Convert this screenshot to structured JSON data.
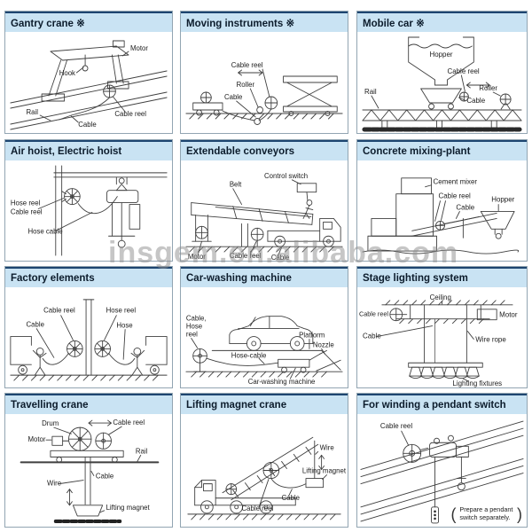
{
  "watermark": "insgem.en.alibaba.com",
  "panels": [
    {
      "title": "Gantry crane ※",
      "labels": [
        "Motor",
        "Hook",
        "Rail",
        "Cable",
        "Cable reel"
      ]
    },
    {
      "title": "Moving instruments ※",
      "labels": [
        "Cable reel",
        "Roller",
        "Cable"
      ]
    },
    {
      "title": "Mobile car ※",
      "labels": [
        "Hopper",
        "Cable reel",
        "Rail",
        "Cable",
        "Roller"
      ]
    },
    {
      "title": "Air hoist, Electric hoist",
      "labels": [
        "Hose reel",
        "Cable reel",
        "Hose cable"
      ]
    },
    {
      "title": "Extendable conveyors",
      "labels": [
        "Belt",
        "Control switch",
        "Motor",
        "Cable reel",
        "Cable"
      ]
    },
    {
      "title": "Concrete mixing-plant",
      "labels": [
        "Cement mixer",
        "Cable reel",
        "Cable",
        "Hopper"
      ]
    },
    {
      "title": "Factory elements",
      "labels": [
        "Cable reel",
        "Hose reel",
        "Cable",
        "Hose"
      ]
    },
    {
      "title": "Car-washing machine",
      "labels": [
        "Cable,",
        "Hose",
        "reel",
        "Platform",
        "Hose-cable",
        "Nozzle",
        "Car-washing machine"
      ]
    },
    {
      "title": "Stage lighting system",
      "labels": [
        "Ceiling",
        "Cable reel",
        "Motor",
        "Cable",
        "Wire rope",
        "Lighting fixtures"
      ]
    },
    {
      "title": "Travelling crane",
      "labels": [
        "Drum",
        "Cable reel",
        "Motor",
        "Rail",
        "Cable",
        "Wire",
        "Lifting magnet"
      ]
    },
    {
      "title": "Lifting magnet crane",
      "labels": [
        "Wire",
        "Lifting magnet",
        "Cable",
        "Cable reel"
      ]
    },
    {
      "title": "For winding a pendant switch",
      "labels": [
        "Cable reel"
      ],
      "note": {
        "open": "(",
        "line1": "Prepare a pendant",
        "line2": "switch separately.",
        "close": ")"
      }
    }
  ]
}
